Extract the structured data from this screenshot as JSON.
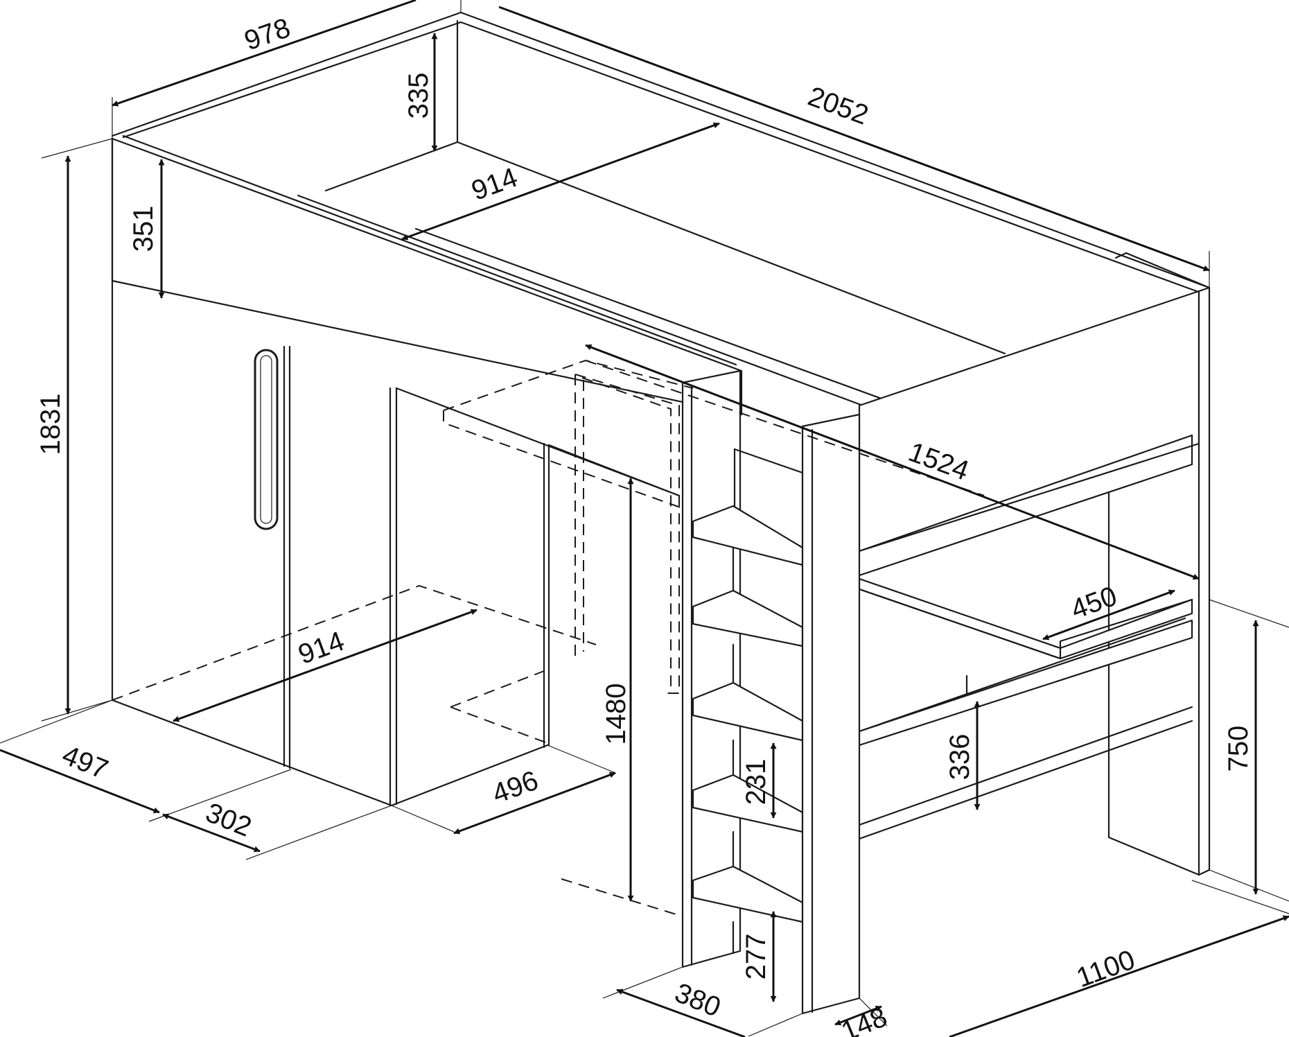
{
  "diagram": {
    "line_color": "#1a1a1a",
    "background": "#ffffff",
    "dimensions": {
      "width_top": "978",
      "length_top": "2052",
      "guard_height_rear": "335",
      "guard_height_front": "351",
      "mattress_width": "914",
      "total_height": "1831",
      "desk_length": "1524",
      "desk_depth": "450",
      "under_width": "914",
      "under_height": "1480",
      "wardrobe_depth": "497",
      "wardrobe_door": "302",
      "opening_width": "496",
      "desk_height": "750",
      "shelf_gap": "336",
      "step_gap": "231",
      "bottom_step": "277",
      "ladder_depth": "380",
      "ladder_post": "148",
      "total_width": "1100"
    }
  }
}
